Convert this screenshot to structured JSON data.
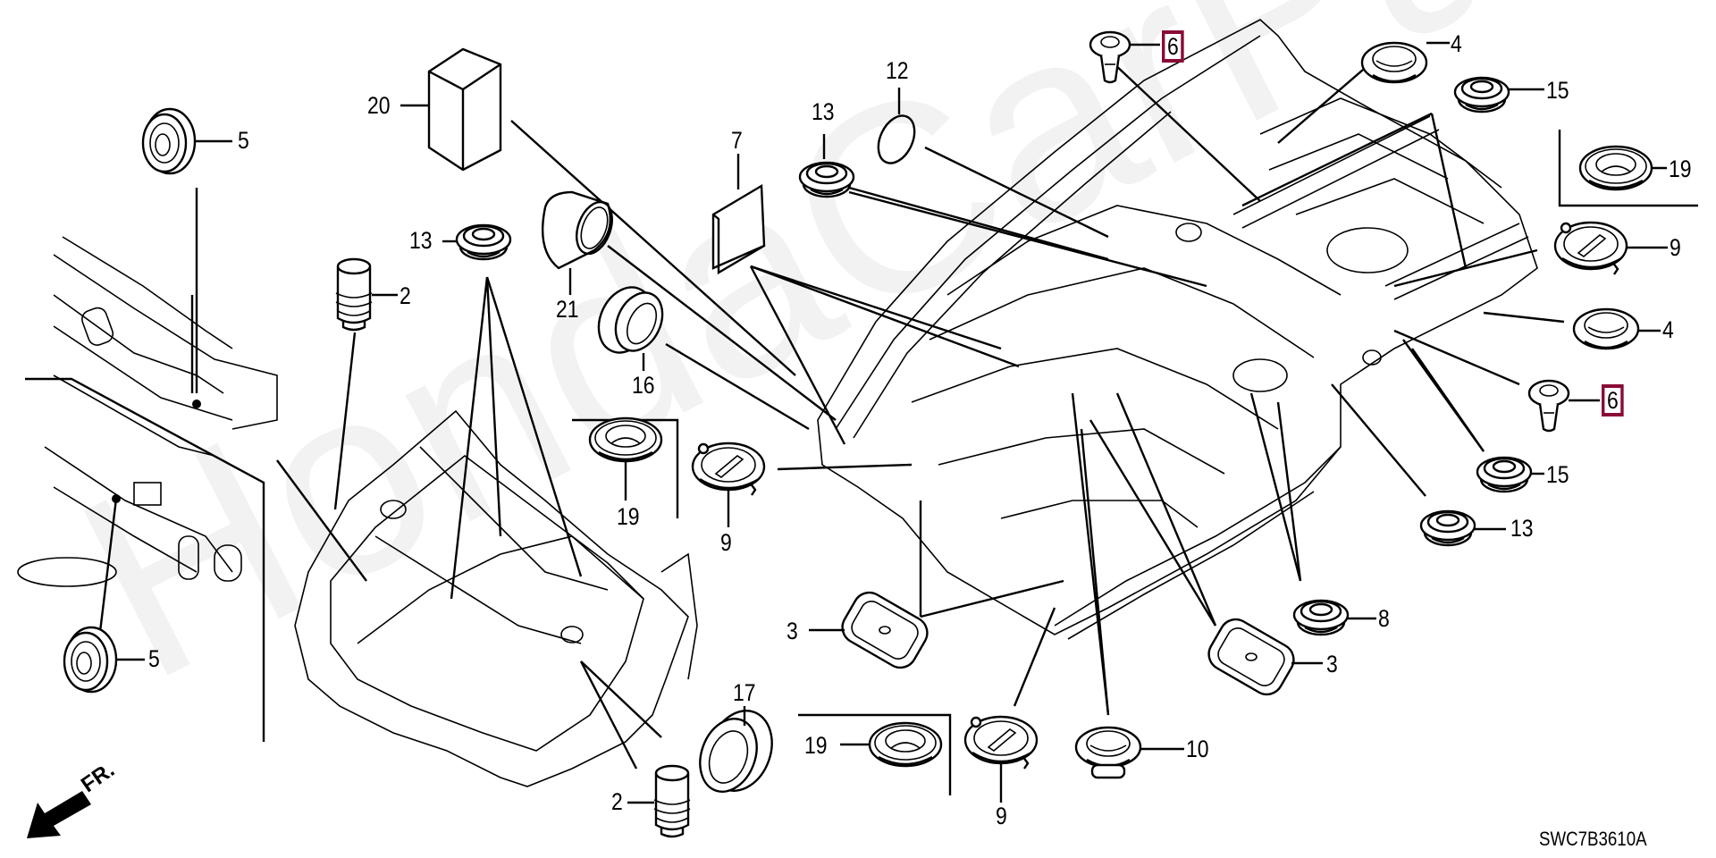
{
  "diagram": {
    "title": "Honda body grommets / floor plugs exploded parts diagram",
    "code": "SWC7B3610A",
    "watermark": "HondaCarParts.ru",
    "direction_indicator": "FR.",
    "highlight_color": "#8a0b36"
  },
  "callouts": [
    {
      "id": "c20",
      "number": "20",
      "part": "block-seal"
    },
    {
      "id": "c5a",
      "number": "5",
      "part": "grommet"
    },
    {
      "id": "c5b",
      "number": "5",
      "part": "grommet"
    },
    {
      "id": "c12",
      "number": "12",
      "part": "o-ring-plug"
    },
    {
      "id": "c13a",
      "number": "13",
      "part": "grommet"
    },
    {
      "id": "c13b",
      "number": "13",
      "part": "grommet"
    },
    {
      "id": "c13c",
      "number": "13",
      "part": "grommet"
    },
    {
      "id": "c7",
      "number": "7",
      "part": "sealing-pad"
    },
    {
      "id": "c6a",
      "number": "6",
      "part": "clip-plug",
      "highlighted": true
    },
    {
      "id": "c6b",
      "number": "6",
      "part": "clip-plug",
      "highlighted": true
    },
    {
      "id": "c4a",
      "number": "4",
      "part": "plug"
    },
    {
      "id": "c4b",
      "number": "4",
      "part": "plug"
    },
    {
      "id": "c15a",
      "number": "15",
      "part": "grommet"
    },
    {
      "id": "c15b",
      "number": "15",
      "part": "grommet"
    },
    {
      "id": "c19a",
      "number": "19",
      "part": "plug"
    },
    {
      "id": "c19b",
      "number": "19",
      "part": "plug"
    },
    {
      "id": "c19c",
      "number": "19",
      "part": "plug"
    },
    {
      "id": "c9a",
      "number": "9",
      "part": "twist-plug"
    },
    {
      "id": "c9b",
      "number": "9",
      "part": "twist-plug"
    },
    {
      "id": "c9c",
      "number": "9",
      "part": "twist-plug"
    },
    {
      "id": "c8",
      "number": "8",
      "part": "grommet"
    },
    {
      "id": "c3a",
      "number": "3",
      "part": "rect-plug"
    },
    {
      "id": "c3b",
      "number": "3",
      "part": "rect-plug"
    },
    {
      "id": "c10",
      "number": "10",
      "part": "twist-plug"
    },
    {
      "id": "c17",
      "number": "17",
      "part": "grommet"
    },
    {
      "id": "c2a",
      "number": "2",
      "part": "bumper-plug"
    },
    {
      "id": "c2b",
      "number": "2",
      "part": "bumper-plug"
    },
    {
      "id": "c16",
      "number": "16",
      "part": "grommet"
    },
    {
      "id": "c21",
      "number": "21",
      "part": "sleeve"
    }
  ]
}
